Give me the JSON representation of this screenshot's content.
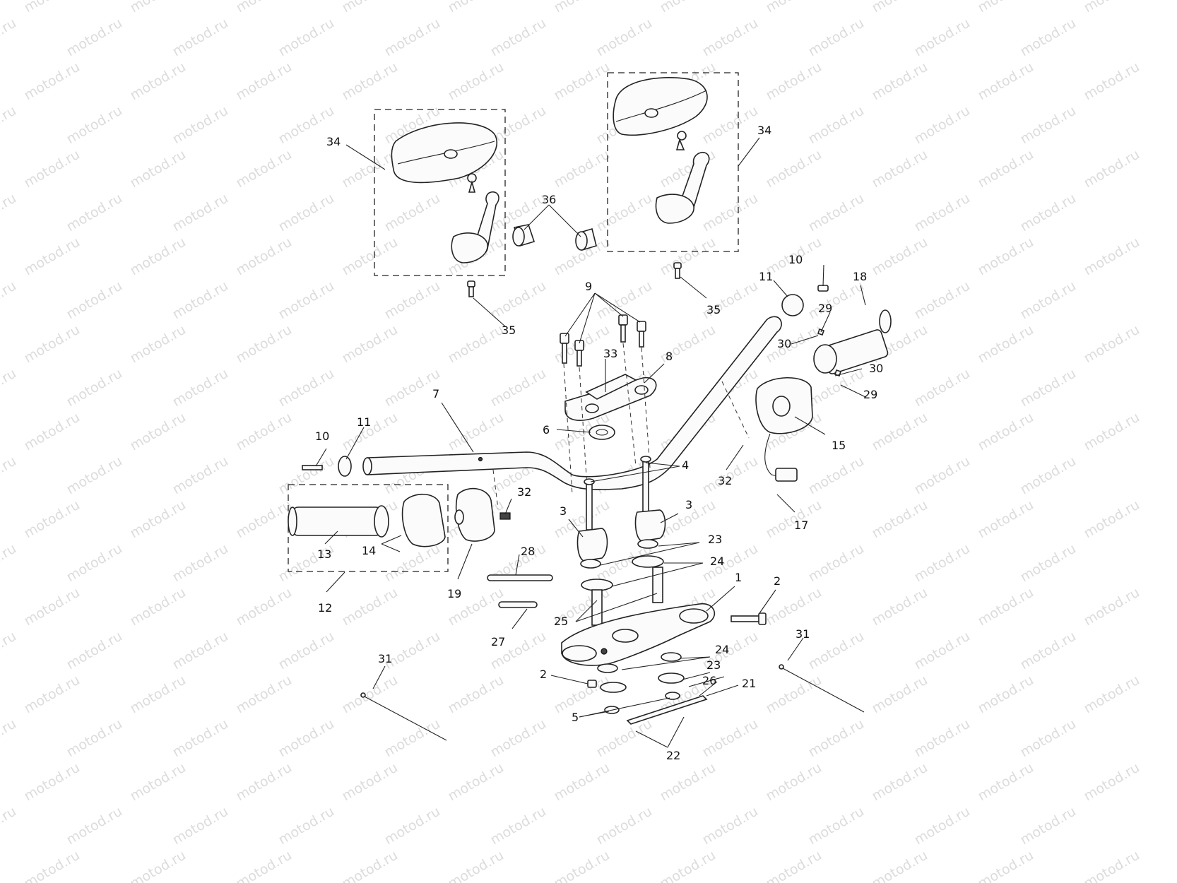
{
  "watermark": {
    "text": "motod.ru"
  },
  "labels": [
    "1",
    "2",
    "2",
    "3",
    "3",
    "4",
    "5",
    "6",
    "7",
    "8",
    "9",
    "10",
    "10",
    "11",
    "11",
    "12",
    "13",
    "14",
    "15",
    "17",
    "18",
    "19",
    "21",
    "22",
    "23",
    "23",
    "24",
    "24",
    "25",
    "26",
    "27",
    "28",
    "29",
    "29",
    "30",
    "30",
    "31",
    "31",
    "32",
    "32",
    "33",
    "34",
    "34",
    "35",
    "35",
    "36"
  ]
}
